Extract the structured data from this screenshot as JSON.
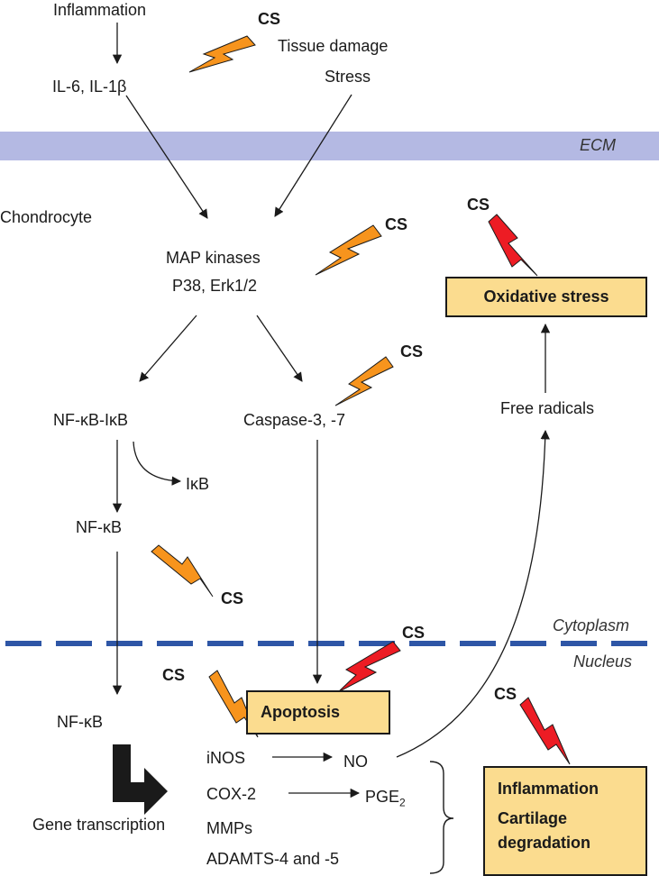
{
  "external": {
    "inflammation": "Inflammation",
    "il": "IL-6, IL-1β",
    "tissue_damage": "Tissue damage",
    "stress": "Stress"
  },
  "ecm_label": "ECM",
  "chondrocyte_label": "Chondrocyte",
  "map_kinases": {
    "line1": "MAP kinases",
    "line2": "P38, Erk1/2"
  },
  "nfkb_ikb": "NF-κB-IκB",
  "ikb": "IκB",
  "nfkb_cyto": "NF-κB",
  "caspase": "Caspase-3, -7",
  "free_radicals": "Free radicals",
  "oxidative_stress": "Oxidative stress",
  "cytoplasm_label": "Cytoplasm",
  "nucleus_label": "Nucleus",
  "nfkb_nucleus": "NF-κB",
  "apoptosis": "Apoptosis",
  "gene_transcription": "Gene transcription",
  "genes": {
    "inos": "iNOS",
    "no": "NO",
    "cox2": "COX-2",
    "pge": "PGE",
    "pge_sub": "2",
    "mmps": "MMPs",
    "adamts": "ADAMTS-4 and -5"
  },
  "outcome": {
    "line1": "Inflammation",
    "line2": "Cartilage",
    "line3": "degradation"
  },
  "cs_label": "CS",
  "colors": {
    "orange_bolt": "#f7941d",
    "red_bolt": "#ed1c24",
    "ecm_band": "#b4b9e3",
    "membrane": "#2e56a6",
    "box_fill": "#fbdc8f"
  }
}
